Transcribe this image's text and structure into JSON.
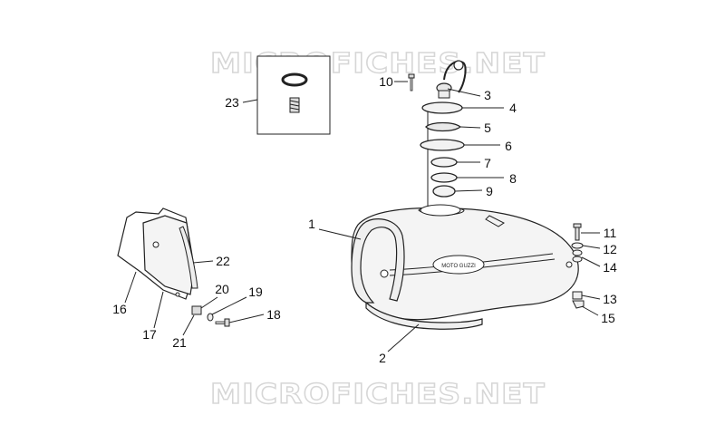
{
  "watermark_text": "MICROFICHES.NET",
  "tank_emblem_text": "MOTO GUZZI",
  "callouts": [
    "1",
    "2",
    "3",
    "4",
    "5",
    "6",
    "7",
    "8",
    "9",
    "10",
    "11",
    "12",
    "13",
    "14",
    "15",
    "16",
    "17",
    "18",
    "19",
    "20",
    "21",
    "22",
    "23"
  ]
}
